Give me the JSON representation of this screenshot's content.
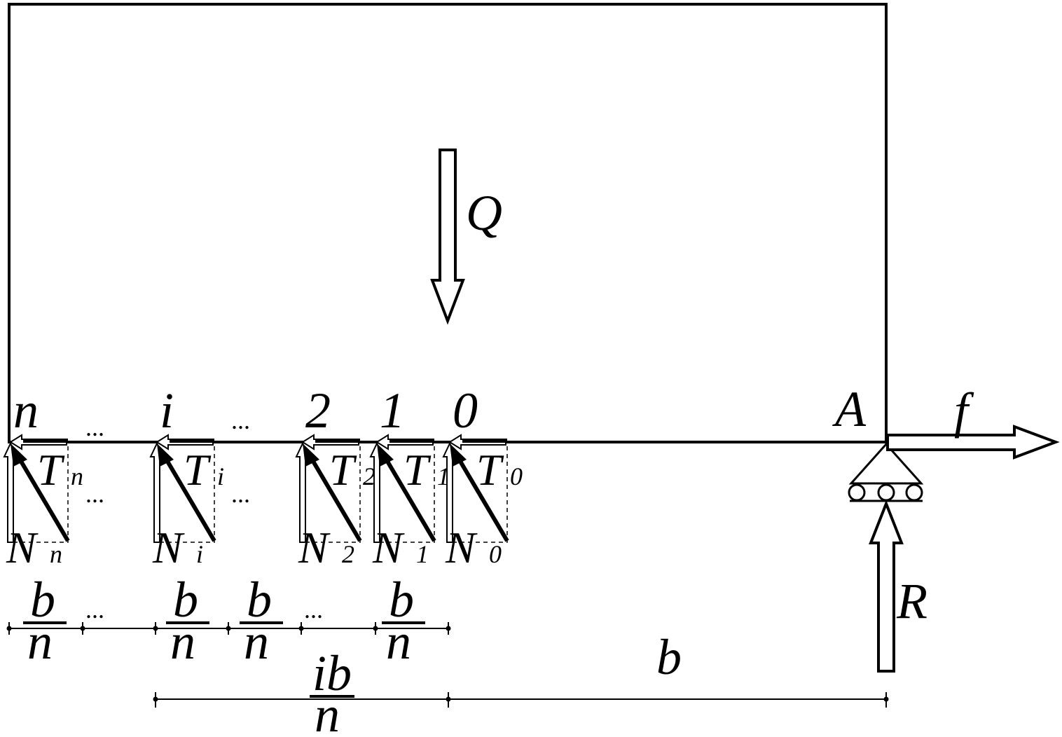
{
  "labels": {
    "load": "Q",
    "support": "A",
    "friction": "f",
    "reaction": "R",
    "distance": "b"
  },
  "points": [
    {
      "index": "n",
      "tangential": "T",
      "tangential_sub": "n",
      "normal": "N",
      "normal_sub": "n"
    },
    {
      "index": "i",
      "tangential": "T",
      "tangential_sub": "i",
      "normal": "N",
      "normal_sub": "i"
    },
    {
      "index": "2",
      "tangential": "T",
      "tangential_sub": "2",
      "normal": "N",
      "normal_sub": "2"
    },
    {
      "index": "1",
      "tangential": "T",
      "tangential_sub": "1",
      "normal": "N",
      "normal_sub": "1"
    },
    {
      "index": "0",
      "tangential": "T",
      "tangential_sub": "0",
      "normal": "N",
      "normal_sub": "0"
    }
  ],
  "ellipsis": "...",
  "segment_fraction": {
    "numerator": "b",
    "denominator": "n"
  },
  "ib_fraction": {
    "numerator": "ib",
    "denominator": "n"
  }
}
